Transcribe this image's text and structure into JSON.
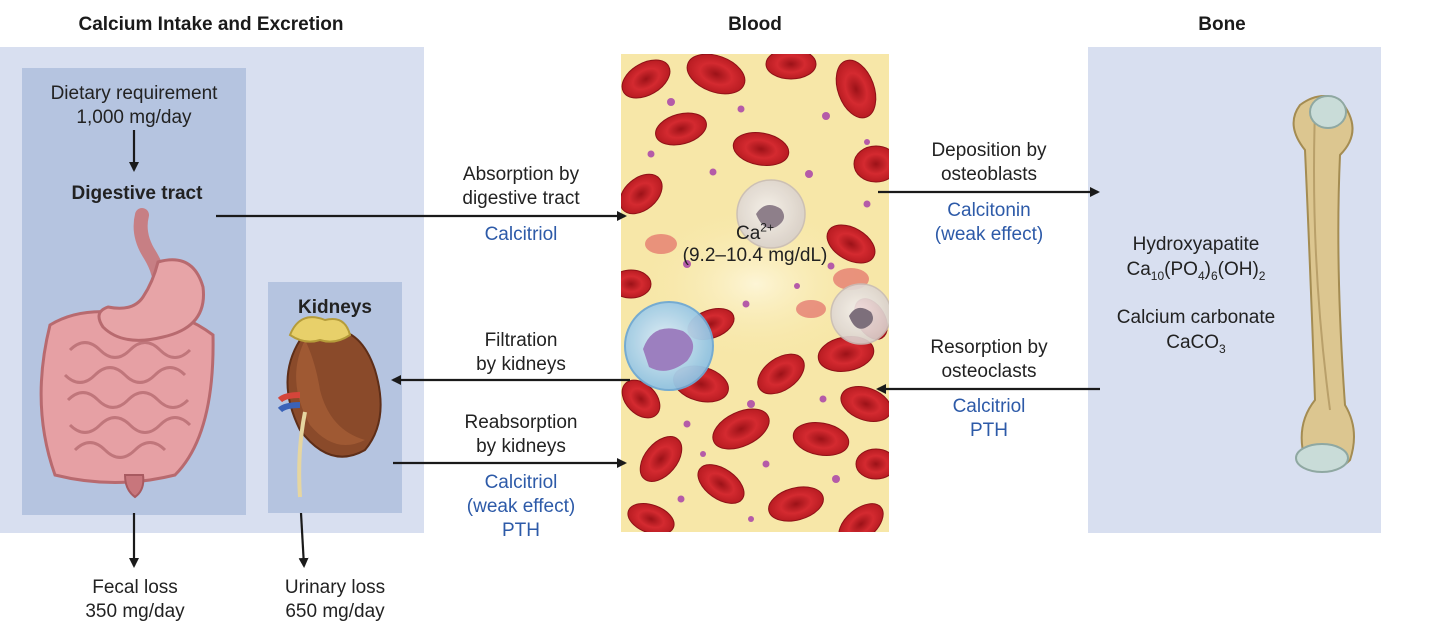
{
  "headers": {
    "intake": "Calcium Intake and Excretion",
    "blood": "Blood",
    "bone": "Bone"
  },
  "intake": {
    "diet_line1": "Dietary requirement",
    "diet_line2": "1,000 mg/day",
    "digestive": "Digestive tract",
    "kidneys": "Kidneys",
    "fecal_line1": "Fecal loss",
    "fecal_line2": "350 mg/day",
    "urinary_line1": "Urinary loss",
    "urinary_line2": "650 mg/day"
  },
  "blood": {
    "ion": "Ca",
    "ion_charge": "2+",
    "range": "(9.2–10.4 mg/dL)"
  },
  "flows": {
    "absorption_line1": "Absorption by",
    "absorption_line2": "digestive tract",
    "absorption_hormone": "Calcitriol",
    "filtration_line1": "Filtration",
    "filtration_line2": "by kidneys",
    "reabsorption_line1": "Reabsorption",
    "reabsorption_line2": "by kidneys",
    "reabsorption_h1": "Calcitriol",
    "reabsorption_h2": "(weak effect)",
    "reabsorption_h3": "PTH",
    "deposition_line1": "Deposition by",
    "deposition_line2": "osteoblasts",
    "deposition_h1": "Calcitonin",
    "deposition_h2": "(weak effect)",
    "resorption_line1": "Resorption by",
    "resorption_line2": "osteoclasts",
    "resorption_h1": "Calcitriol",
    "resorption_h2": "PTH"
  },
  "bone": {
    "hydroxy": "Hydroxyapatite",
    "hydroxy_f1": "Ca",
    "hydroxy_s1": "10",
    "hydroxy_f2": "(PO",
    "hydroxy_s2": "4",
    "hydroxy_f3": ")",
    "hydroxy_s3": "6",
    "hydroxy_f4": "(OH)",
    "hydroxy_s4": "2",
    "carbonate": "Calcium carbonate",
    "carbonate_f1": "CaCO",
    "carbonate_s1": "3"
  },
  "colors": {
    "panel_light": "#d8dff0",
    "panel_mid": "#b5c4e0",
    "hormone_blue": "#2d5aa8",
    "blood_bg": "#f7e7a8",
    "rbc": "#c8202a"
  }
}
